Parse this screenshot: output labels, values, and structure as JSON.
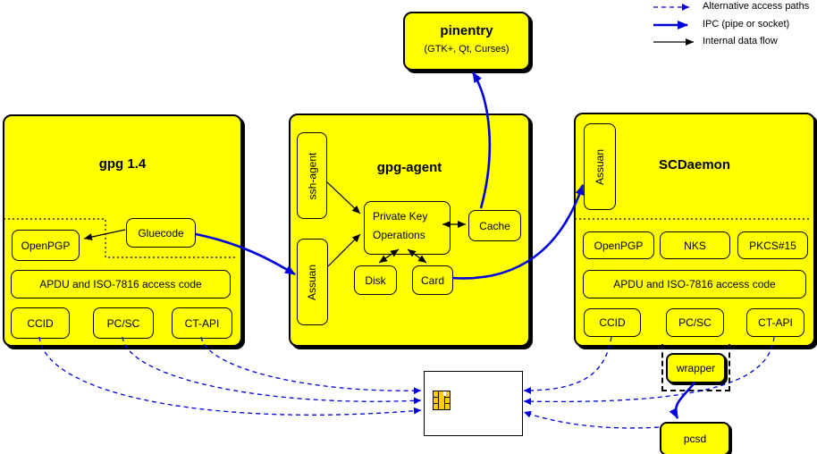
{
  "colors": {
    "node_fill": "#ffff00",
    "ipc_blue": "#0000dd",
    "flow_black": "#000000",
    "chip_gold": "#ffcc00"
  },
  "legend": {
    "items": [
      {
        "label": "Alternative access paths"
      },
      {
        "label": "IPC (pipe or socket)"
      },
      {
        "label": "Internal data flow"
      }
    ]
  },
  "pinentry": {
    "title": "pinentry",
    "subtitle": "(GTK+, Qt, Curses)"
  },
  "gpg14": {
    "title": "gpg 1.4",
    "openpgp": "OpenPGP",
    "gluecode": "Gluecode",
    "apdu": "APDU and ISO-7816 access code",
    "ccid": "CCID",
    "pcsc": "PC/SC",
    "ctapi": "CT-API"
  },
  "gpg_agent": {
    "title": "gpg-agent",
    "ssh_agent": "ssh-agent",
    "assuan": "Assuan",
    "private_key_ops": "Private Key Operations",
    "cache": "Cache",
    "disk": "Disk",
    "card": "Card"
  },
  "scdaemon": {
    "title": "SCDaemon",
    "assuan": "Assuan",
    "openpgp": "OpenPGP",
    "nks": "NKS",
    "pkcs15": "PKCS#15",
    "apdu": "APDU and ISO-7816 access code",
    "ccid": "CCID",
    "pcsc": "PC/SC",
    "ctapi": "CT-API"
  },
  "external": {
    "wrapper": "wrapper",
    "pcsd": "pcsd"
  }
}
